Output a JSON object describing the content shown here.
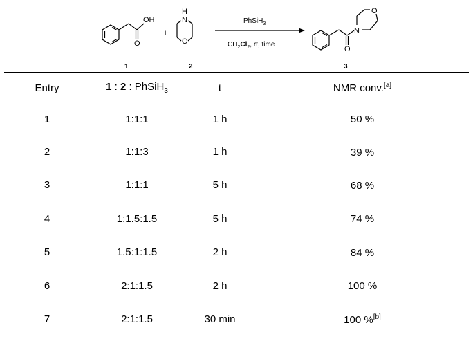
{
  "scheme": {
    "reagent_1_oh": "OH",
    "reagent_1_o": "O",
    "plus": "+",
    "reagent_2_n": "N",
    "reagent_2_h": "H",
    "reagent_2_o": "O",
    "arrow_above": "PhSiH",
    "arrow_above_sub": "3",
    "arrow_below_a": "CH",
    "arrow_below_sub": "2",
    "arrow_below_b": "Cl",
    "arrow_below_sub2": "2",
    "arrow_below_c": ", rt, time",
    "product_n": "N",
    "product_o_ring": "O",
    "product_o_carbonyl": "O",
    "label_1": "1",
    "label_2": "2",
    "label_3": "3"
  },
  "table": {
    "headers": {
      "entry": "Entry",
      "ratio_1": "1",
      "ratio_sep1": " : ",
      "ratio_2": "2",
      "ratio_sep2": " : PhSiH",
      "ratio_sub": "3",
      "time": "t",
      "conv": "NMR conv.",
      "conv_note": "[a]"
    },
    "rows": [
      {
        "entry": "1",
        "ratio": "1:1:1",
        "time": "1 h",
        "conv": "50 %",
        "note": ""
      },
      {
        "entry": "2",
        "ratio": "1:1:3",
        "time": "1 h",
        "conv": "39 %",
        "note": ""
      },
      {
        "entry": "3",
        "ratio": "1:1:1",
        "time": "5 h",
        "conv": "68 %",
        "note": ""
      },
      {
        "entry": "4",
        "ratio": "1:1.5:1.5",
        "time": "5 h",
        "conv": "74 %",
        "note": ""
      },
      {
        "entry": "5",
        "ratio": "1.5:1:1.5",
        "time": "2 h",
        "conv": "84 %",
        "note": ""
      },
      {
        "entry": "6",
        "ratio": "2:1:1.5",
        "time": "2 h",
        "conv": "100 %",
        "note": ""
      },
      {
        "entry": "7",
        "ratio": "2:1:1.5",
        "time": "30 min",
        "conv": "100 %",
        "note": "[b]"
      }
    ]
  }
}
